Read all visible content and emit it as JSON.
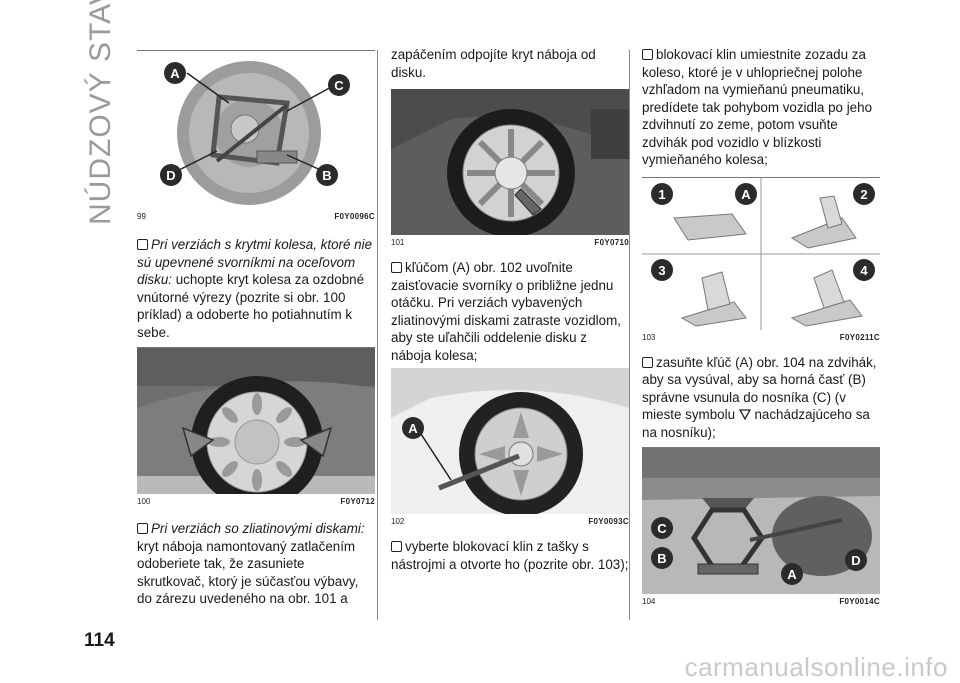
{
  "section_title": "NÚDZOVÝ STAV",
  "page_number": "114",
  "footer": "carmanualsonline.info",
  "figures": {
    "f99": {
      "num": "99",
      "code": "F0Y0096C",
      "labels": [
        "A",
        "C",
        "D",
        "B"
      ]
    },
    "f100": {
      "num": "100",
      "code": "F0Y0712"
    },
    "f101": {
      "num": "101",
      "code": "F0Y0710"
    },
    "f102": {
      "num": "102",
      "code": "F0Y0093C",
      "labels": [
        "A"
      ]
    },
    "f103": {
      "num": "103",
      "code": "F0Y0211C",
      "labels": [
        "1",
        "A",
        "2",
        "3",
        "4"
      ]
    },
    "f104": {
      "num": "104",
      "code": "F0Y0014C",
      "labels": [
        "C",
        "B",
        "A",
        "D"
      ]
    }
  },
  "col1": {
    "p1_italic": "Pri verziách s krytmi kolesa, ktoré nie sú upevnené svorníkmi na oceľovom disku:",
    "p1_rest": " uchopte kryt kolesa za ozdobné vnútorné výrezy (pozrite si obr. 100 príklad) a odoberte ho potiahnutím k sebe.",
    "p2_italic": "Pri verziách so zliatinovými diskami:",
    "p2_rest": " kryt náboja namontovaný zatlačením odoberiete tak, že zasuniete skrutkovač, ktorý je súčasťou výbavy, do zárezu uvedeného na obr. 101 a"
  },
  "col2": {
    "p0": "zapáčením odpojíte kryt náboja od disku.",
    "p1": "kľúčom (A) obr. 102 uvoľnite zaisťovacie svorníky o približne jednu otáčku. Pri verziách vybavených zliatinovými diskami zatraste vozidlom, aby ste uľahčili oddelenie disku z náboja kolesa;",
    "p2": "vyberte blokovací klin z tašky s nástrojmi a otvorte ho (pozrite obr. 103);"
  },
  "col3": {
    "p1": "blokovací klin umiestnite zozadu za koleso, ktoré je v uhlopriečnej polohe vzhľadom na vymieňanú pneumatiku, predídete tak pohybom vozidla po jeho zdvihnutí zo zeme, potom vsuňte zdvihák pod vozidlo v blízkosti vymieňaného kolesa;",
    "p2a": "zasuňte kľúč (A) obr. 104 na zdvihák, aby sa vysúval, aby sa horná časť (B) správne vsunula do nosníka (C) (v mieste symbolu ",
    "p2b": " nachádzajúceho sa na nosníku);"
  }
}
